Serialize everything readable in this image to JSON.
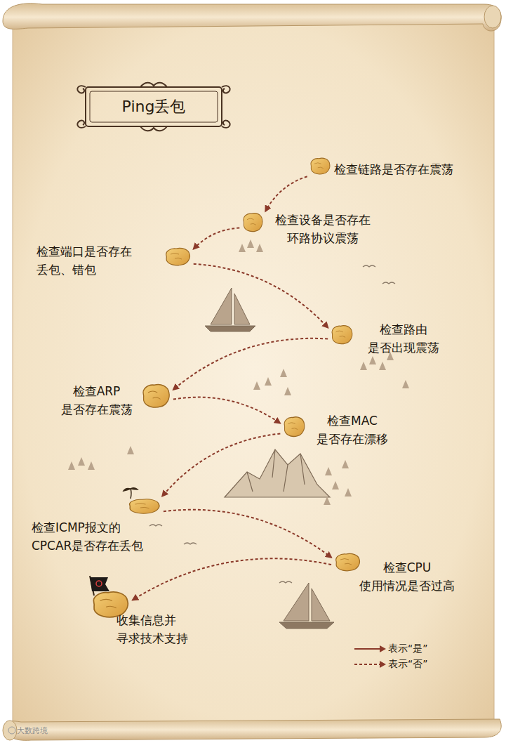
{
  "diagram": {
    "title": "Ping丢包",
    "nodes": [
      {
        "text": [
          "检查链路是否存在震荡"
        ]
      },
      {
        "text": [
          "检查设备是否存在 环路协议震荡"
        ]
      },
      {
        "text": [
          "检查端口是否存在 丢包、错包"
        ]
      },
      {
        "text": [
          "检查路由 是否出现震荡"
        ]
      },
      {
        "text": [
          "检查ARP 是否存在震荡"
        ]
      },
      {
        "text": [
          "检查MAC 是否存在漂移"
        ]
      },
      {
        "text": [
          "检查ICMP报文的 CPCAR是否存在丢包"
        ]
      },
      {
        "text": [
          "检查CPU 使用情况是否过高"
        ]
      },
      {
        "text": [
          "收集信息并 寻求技术支持"
        ]
      }
    ],
    "edges": [
      {
        "from": 0,
        "to": 1,
        "arrow": "to"
      },
      {
        "from": 1,
        "to": 2,
        "arrow": "to"
      },
      {
        "from": 2,
        "to": 3,
        "arrow": "to"
      },
      {
        "from": 3,
        "to": 4,
        "arrow": "to"
      },
      {
        "from": 4,
        "to": 5,
        "arrow": "to"
      },
      {
        "from": 5,
        "to": 6,
        "arrow": "to"
      },
      {
        "from": 6,
        "to": 7,
        "arrow": "to"
      },
      {
        "from": 7,
        "to": 8,
        "arrow": "to"
      }
    ],
    "labels": [
      "大数跨境"
    ],
    "legend": [
      {
        "text": "表示“是”"
      },
      {
        "text": "表示“否”"
      }
    ]
  }
}
